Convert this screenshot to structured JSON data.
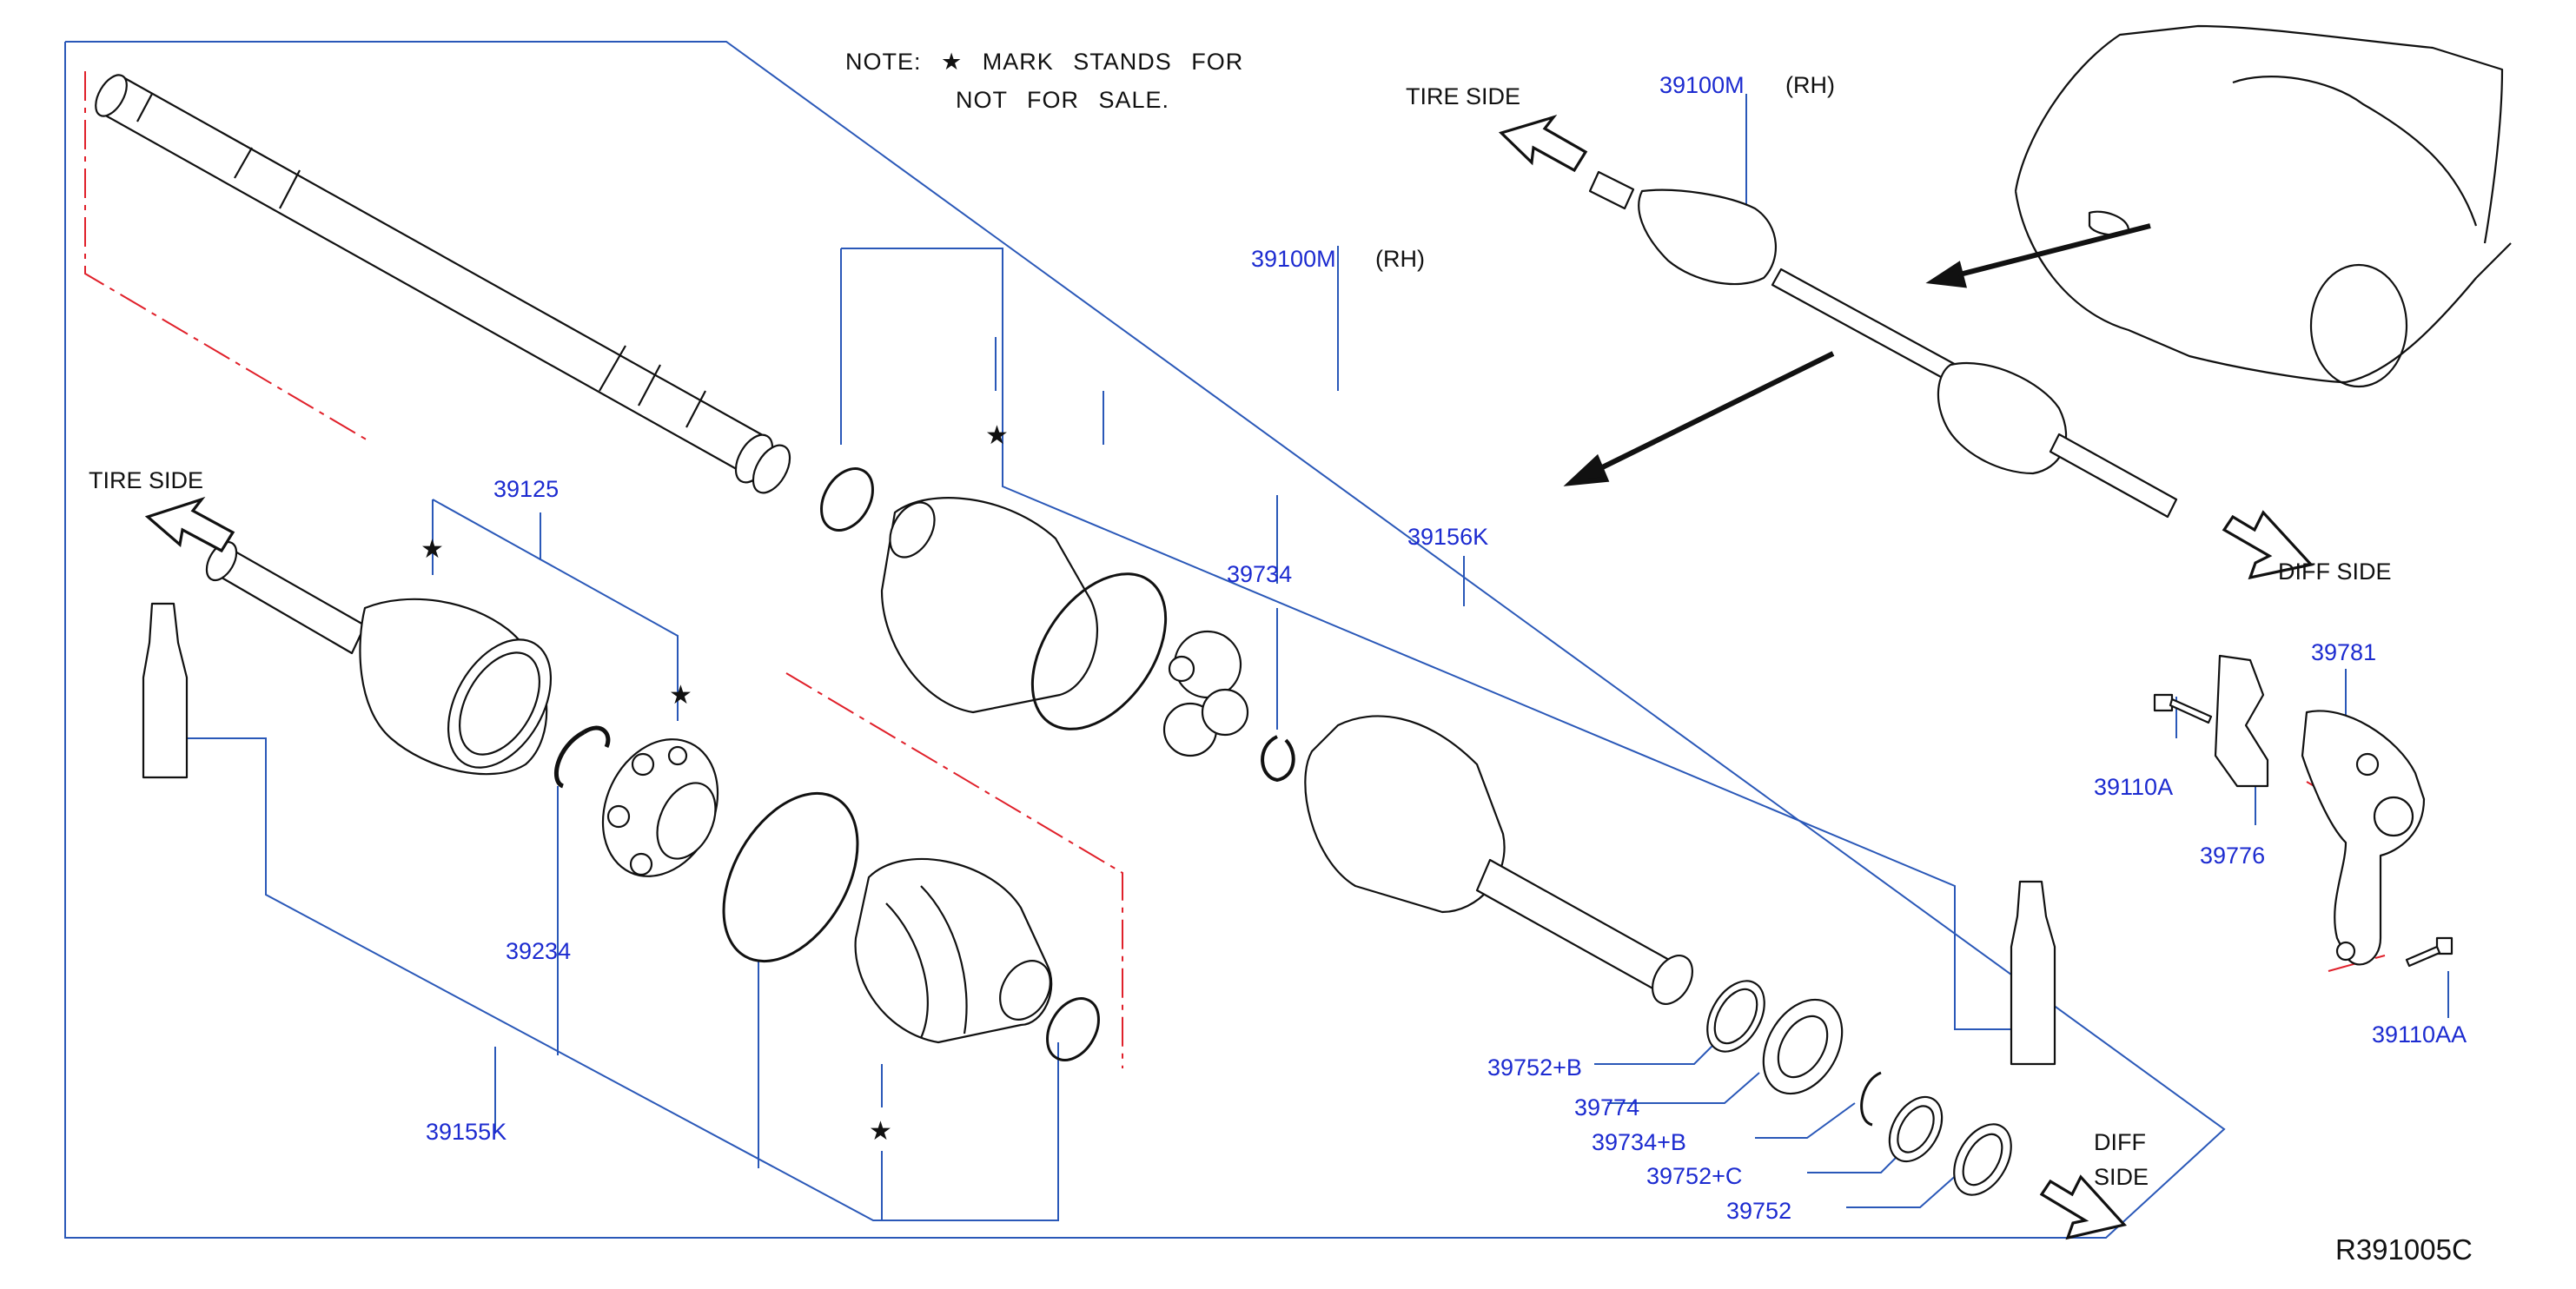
{
  "note": {
    "line1": "NOTE:   ★ MARK   STANDS   FOR",
    "line2": "NOT   FOR   SALE."
  },
  "directions": {
    "tire_side_left": "TIRE   SIDE",
    "tire_side_top": "TIRE   SIDE",
    "diff_side_right": "DIFF   SIDE",
    "diff_side_bottom_1": "DIFF",
    "diff_side_bottom_2": "SIDE"
  },
  "parts": {
    "p39100M_top": "39100M",
    "p39100M_top_rh": "(RH)",
    "p39100M_main": "39100M",
    "p39100M_main_rh": "(RH)",
    "p39125": "39125",
    "p39734": "39734",
    "p39156K": "39156K",
    "p39234": "39234",
    "p39155K": "39155K",
    "p39752B": "39752+B",
    "p39774": "39774",
    "p39734B": "39734+B",
    "p39752C": "39752+C",
    "p39752": "39752",
    "p39781": "39781",
    "p39110A": "39110A",
    "p39776": "39776",
    "p39110AA": "39110AA"
  },
  "star_symbol": "★",
  "diagram_code": "R391005C",
  "colors": {
    "callout_text": "#1c2bd0",
    "leader_line": "#2a58b8",
    "drawing": "#111111",
    "centerline": "#e0202a"
  },
  "icons": {
    "arrows": "outline-direction-arrow",
    "vehicle": "car-front-outline"
  }
}
